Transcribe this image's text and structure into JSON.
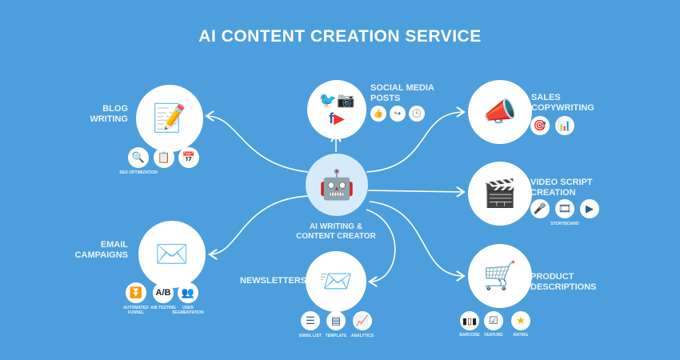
{
  "title": "AI CONTENT CREATION SERVICE",
  "center": {
    "label_line1": "AI WRITING &",
    "label_line2": "CONTENT CREATOR",
    "icon": "robot-icon"
  },
  "blog": {
    "line1": "BLOG",
    "line2": "WRITING",
    "subs": [
      "SEO OPTIMIZATION"
    ]
  },
  "email": {
    "line1": "EMAIL",
    "line2": "CAMPAIGNS",
    "subs": [
      "AUTOMATED FUNNEL",
      "A/B TESTING",
      "USER SEGMENTATION"
    ],
    "ab": "A/B"
  },
  "newsletters": {
    "line1": "NEWSLETTERS",
    "subs": [
      "EMAIL LIST",
      "TEMPLATE",
      "ANALYTICS"
    ]
  },
  "social": {
    "line1": "SOCIAL MEDIA",
    "line2": "POSTS"
  },
  "sales": {
    "line1": "SALES",
    "line2": "COPYWRITING"
  },
  "video": {
    "line1": "VIDEO SCRIPT",
    "line2": "CREATION",
    "subs": [
      "STORYBOARD"
    ]
  },
  "product": {
    "line1": "PRODUCT",
    "line2": "DESCRIPTIONS",
    "subs": [
      "BARCODE",
      "FEATURE",
      "RATING"
    ]
  }
}
